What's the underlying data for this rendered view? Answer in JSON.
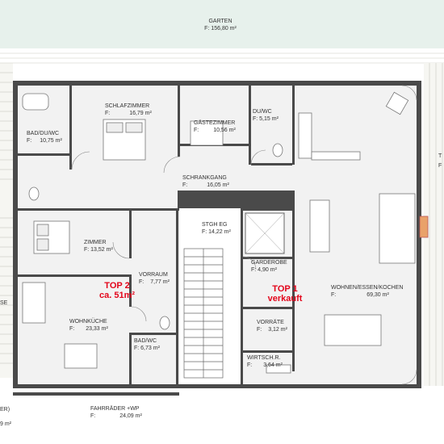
{
  "garden": {
    "name": "GARTEN",
    "area": "F: 156,80 m²"
  },
  "rooms": {
    "schlafzimmer": {
      "name": "SCHLAFZIMMER",
      "f": "F:",
      "area": "16,79 m²"
    },
    "gaestezimmer": {
      "name": "GÄSTEZIMMER",
      "f": "F:",
      "area": "10,56 m²"
    },
    "duwc": {
      "name": "DU/WC",
      "area": "F: 5,15 m²"
    },
    "baddu": {
      "name": "BAD/DU/WC",
      "f": "F:",
      "area": "10,75 m²"
    },
    "schrankgang": {
      "name": "SCHRANKGANG",
      "f": "F:",
      "area": "16,05 m²"
    },
    "stgh": {
      "name": "STGH EG",
      "area": "F: 14,22 m²"
    },
    "zimmer": {
      "name": "ZIMMER",
      "area": "F: 13,52 m²"
    },
    "vorraum": {
      "name": "VORRAUM",
      "f": "F:",
      "area": "7,77 m²"
    },
    "garderobe": {
      "name": "GARDEROBE",
      "area": "F: 4,90 m²"
    },
    "wohnen": {
      "name": "WOHNEN/ESSEN/KOCHEN",
      "f": "F:",
      "area": "69,30 m²"
    },
    "wohnkueche": {
      "name": "WOHNKÜCHE",
      "f": "F:",
      "area": "23,33 m²"
    },
    "bad": {
      "name": "BAD/WC",
      "area": "F: 6,73 m²"
    },
    "vorraete": {
      "name": "VORRÄTE",
      "f": "F:",
      "area": "3,12 m²"
    },
    "wirtsch": {
      "name": "WIRTSCH.R.",
      "f": "F:",
      "area": "3,64 m²"
    },
    "fahrraeder": {
      "name": "FAHRRÄDER +WP",
      "f": "F:",
      "area": "24,09 m²"
    }
  },
  "units": {
    "top2": {
      "line1": "TOP 2",
      "line2": "ca. 51m²"
    },
    "top1": {
      "line1": "TOP 1",
      "line2": "verkauft"
    }
  },
  "edges": {
    "right_top": "T",
    "right_f": "F",
    "left_se": "SE",
    "bottom_left": "ER)",
    "bottom_left2": "9 m²"
  },
  "colors": {
    "grass": "#e7f1ec",
    "wall": "#4a4a4a",
    "text": "#333333",
    "accent": "#e3051b"
  }
}
